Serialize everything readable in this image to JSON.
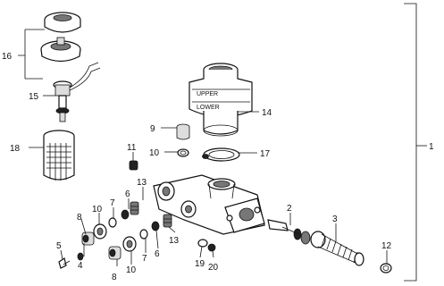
{
  "callouts": {
    "n1": "1",
    "n2": "2",
    "n3": "3",
    "n4": "4",
    "n5": "5",
    "n6a": "6",
    "n6b": "6",
    "n7a": "7",
    "n7b": "7",
    "n8a": "8",
    "n8b": "8",
    "n9": "9",
    "n10a": "10",
    "n10b": "10",
    "n10c": "10",
    "n11": "11",
    "n12": "12",
    "n13a": "13",
    "n13b": "13",
    "n14": "14",
    "n15": "15",
    "n16": "16",
    "n17": "17",
    "n18": "18",
    "n19": "19",
    "n20": "20"
  },
  "reservoir": {
    "upper": "UPPER",
    "lower": "LOWER"
  }
}
